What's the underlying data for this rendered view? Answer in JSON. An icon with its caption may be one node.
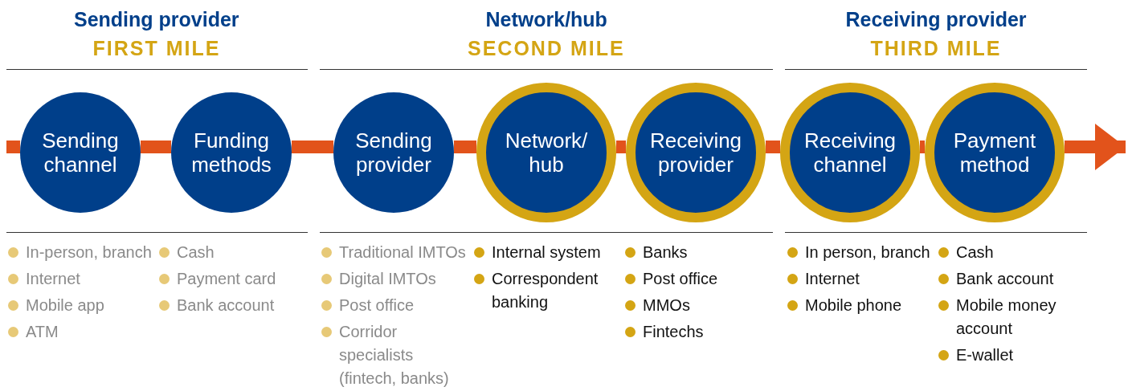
{
  "diagram": {
    "nodes": [
      {
        "text": [
          "Sending channel"
        ]
      },
      {
        "text": [
          "Funding methods"
        ]
      },
      {
        "text": [
          "Sending provider"
        ]
      },
      {
        "text": [
          "Network/ hub"
        ]
      },
      {
        "text": [
          "Receiving provider"
        ]
      },
      {
        "text": [
          "Receiving channel"
        ]
      },
      {
        "text": [
          "Payment method"
        ]
      }
    ],
    "edges": [
      {
        "from": null,
        "to": 0,
        "arrow": "none"
      },
      {
        "from": 0,
        "to": 1,
        "arrow": "none"
      },
      {
        "from": 1,
        "to": 2,
        "arrow": "none"
      },
      {
        "from": 2,
        "to": 3,
        "arrow": "none"
      },
      {
        "from": 3,
        "to": 4,
        "arrow": "none"
      },
      {
        "from": 4,
        "to": 5,
        "arrow": "none"
      },
      {
        "from": 5,
        "to": 6,
        "arrow": "none"
      },
      {
        "from": 6,
        "to": null,
        "arrow": "to"
      }
    ],
    "labels": [
      "Sending provider",
      "FIRST MILE",
      "Network/hub",
      "SECOND MILE",
      "Receiving provider",
      "THIRD MILE",
      "In-person, branch",
      "Internet",
      "Mobile app",
      "ATM",
      "Cash",
      "Payment card",
      "Bank account",
      "Traditional IMTOs",
      "Digital IMTOs",
      "Post office",
      "Corridor specialists (fintech, banks)",
      "Internal system",
      "Correspondent banking",
      "Banks",
      "Post office",
      "MMOs",
      "Fintechs",
      "In person, branch",
      "Internet",
      "Mobile phone",
      "Cash",
      "Bank account",
      "Mobile money account",
      "E-wallet"
    ]
  }
}
